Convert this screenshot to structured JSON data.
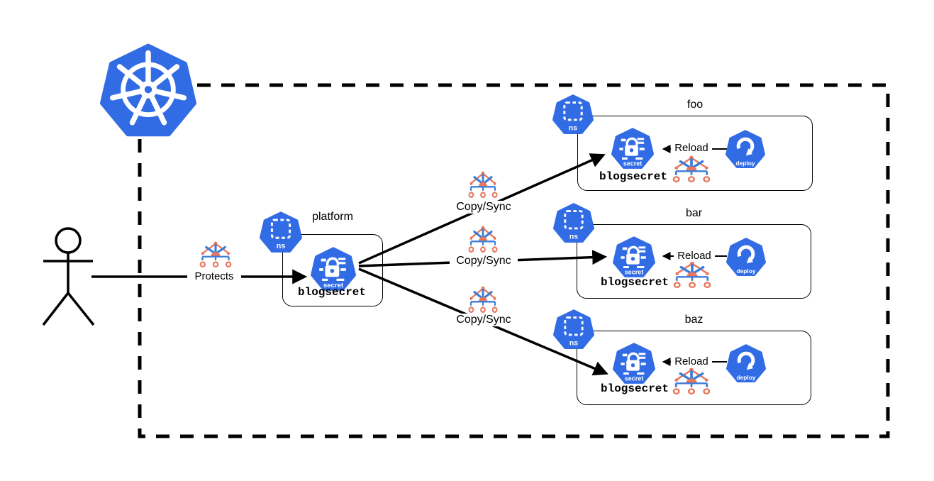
{
  "colors": {
    "kubernetes_blue": "#326CE5",
    "controller_orange": "#E9765B",
    "controller_blue": "#3C7DD9",
    "line_black": "#000000"
  },
  "icon_labels": {
    "namespace": "ns",
    "secret": "secret",
    "deployment": "deploy"
  },
  "edge_labels": {
    "protects": "Protects",
    "copy_sync": "Copy/Sync",
    "reload": "Reload"
  },
  "platform_namespace": {
    "name": "platform",
    "secret_name": "blogsecret"
  },
  "target_namespaces": [
    {
      "name": "foo",
      "secret_name": "blogsecret"
    },
    {
      "name": "bar",
      "secret_name": "blogsecret"
    },
    {
      "name": "baz",
      "secret_name": "blogsecret"
    }
  ]
}
